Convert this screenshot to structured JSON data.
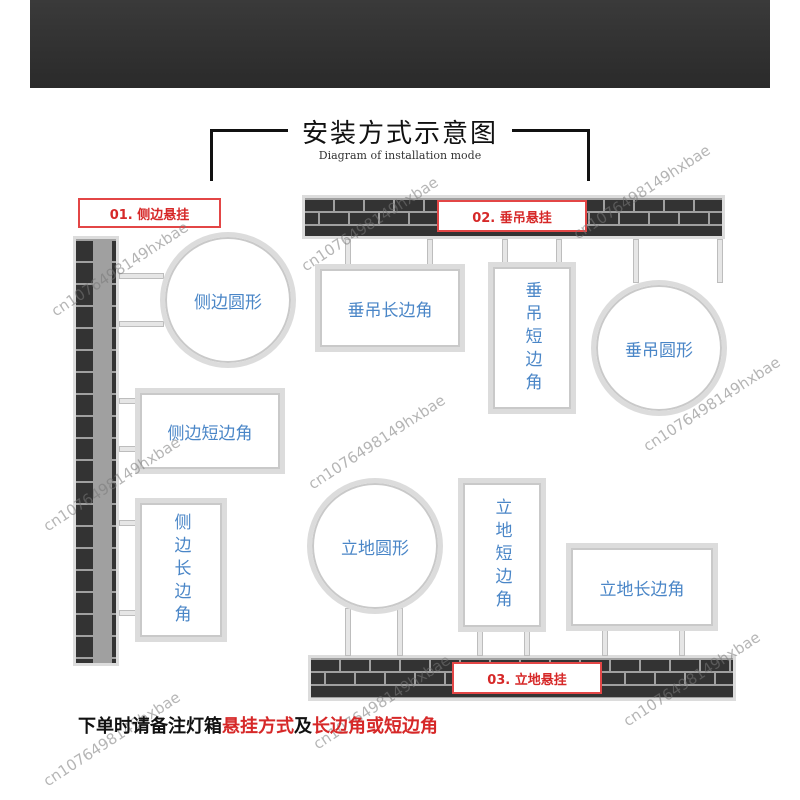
{
  "header": {
    "title": "安装方式示意图",
    "subtitle": "Diagram of installation mode"
  },
  "sections": {
    "side": "01. 侧边悬挂",
    "hanging": "02. 垂吊悬挂",
    "floor": "03. 立地悬挂"
  },
  "signs": {
    "side_round": "侧边圆形",
    "side_short": "侧边短边角",
    "side_long": "侧边长边角",
    "hang_long": "垂吊长边角",
    "hang_short": "垂吊短边角",
    "hang_round": "垂吊圆形",
    "floor_round": "立地圆形",
    "floor_short": "立地短边角",
    "floor_long": "立地长边角"
  },
  "footer": {
    "part1": "下单时请备注灯箱",
    "part2": "悬挂方式",
    "part3": "及",
    "part4": "长边角或短边角"
  },
  "watermark": "cn1076498149hxbae",
  "colors": {
    "label_red": "#d62828",
    "sign_text_blue": "#4a86c7",
    "brick_dark": "#333333"
  }
}
